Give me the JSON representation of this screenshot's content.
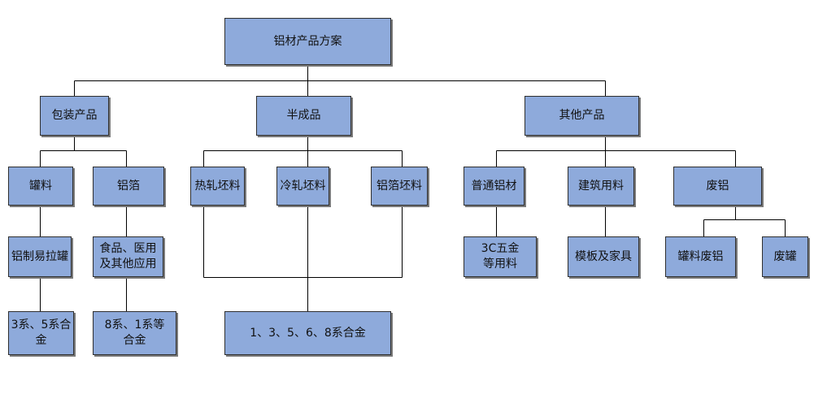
{
  "colors": {
    "box_fill": "#8eaadb",
    "box_border": "#2f2f2f",
    "connector": "#000000",
    "background": "#ffffff"
  },
  "nodes": {
    "root": "铝材产品方案",
    "packaging": "包装产品",
    "semi": "半成品",
    "other": "其他产品",
    "can_stock": "罐料",
    "foil": "铝箔",
    "hot_rolled": "热轧坯料",
    "cold_rolled": "冷轧坯料",
    "foil_blank": "铝箔坯料",
    "general": "普通铝材",
    "construction": "建筑用料",
    "scrap": "废铝",
    "pull_tab_can": "铝制易拉罐",
    "food_medical_l1": "食品、医用",
    "food_medical_l2": "及其他应用",
    "cc_l1": "3C五金",
    "cc_l2": "等用料",
    "formwork": "模板及家具",
    "can_scrap": "罐料废铝",
    "waste_can": "废罐",
    "series_35_l1": "3系、5系合",
    "series_35_l2": "金",
    "series_81_l1": "8系、1系等",
    "series_81_l2": "合金",
    "series_all": "1、3、5、6、8系合金"
  }
}
